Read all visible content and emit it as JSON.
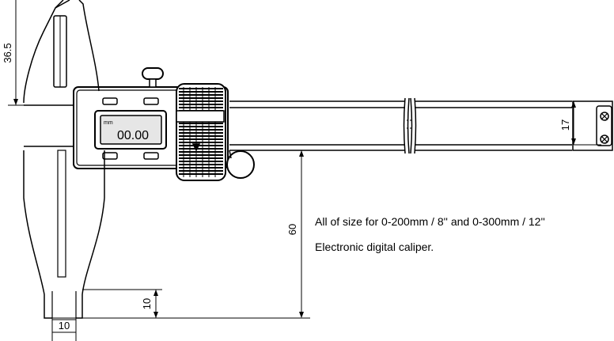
{
  "dimensions": {
    "jaw_height": "36.5",
    "beam_width": "17",
    "depth_to_base": "60",
    "tip_height": "10",
    "tip_width": "10"
  },
  "display": {
    "unit": "mm",
    "reading": "00.00"
  },
  "caption": {
    "line1": "All of size for 0-200mm / 8'' and 0-300mm / 12''",
    "line2": "Electronic digital caliper."
  },
  "colors": {
    "line": "#000000",
    "display_screen": "#e6e6e6",
    "background": "#ffffff"
  }
}
